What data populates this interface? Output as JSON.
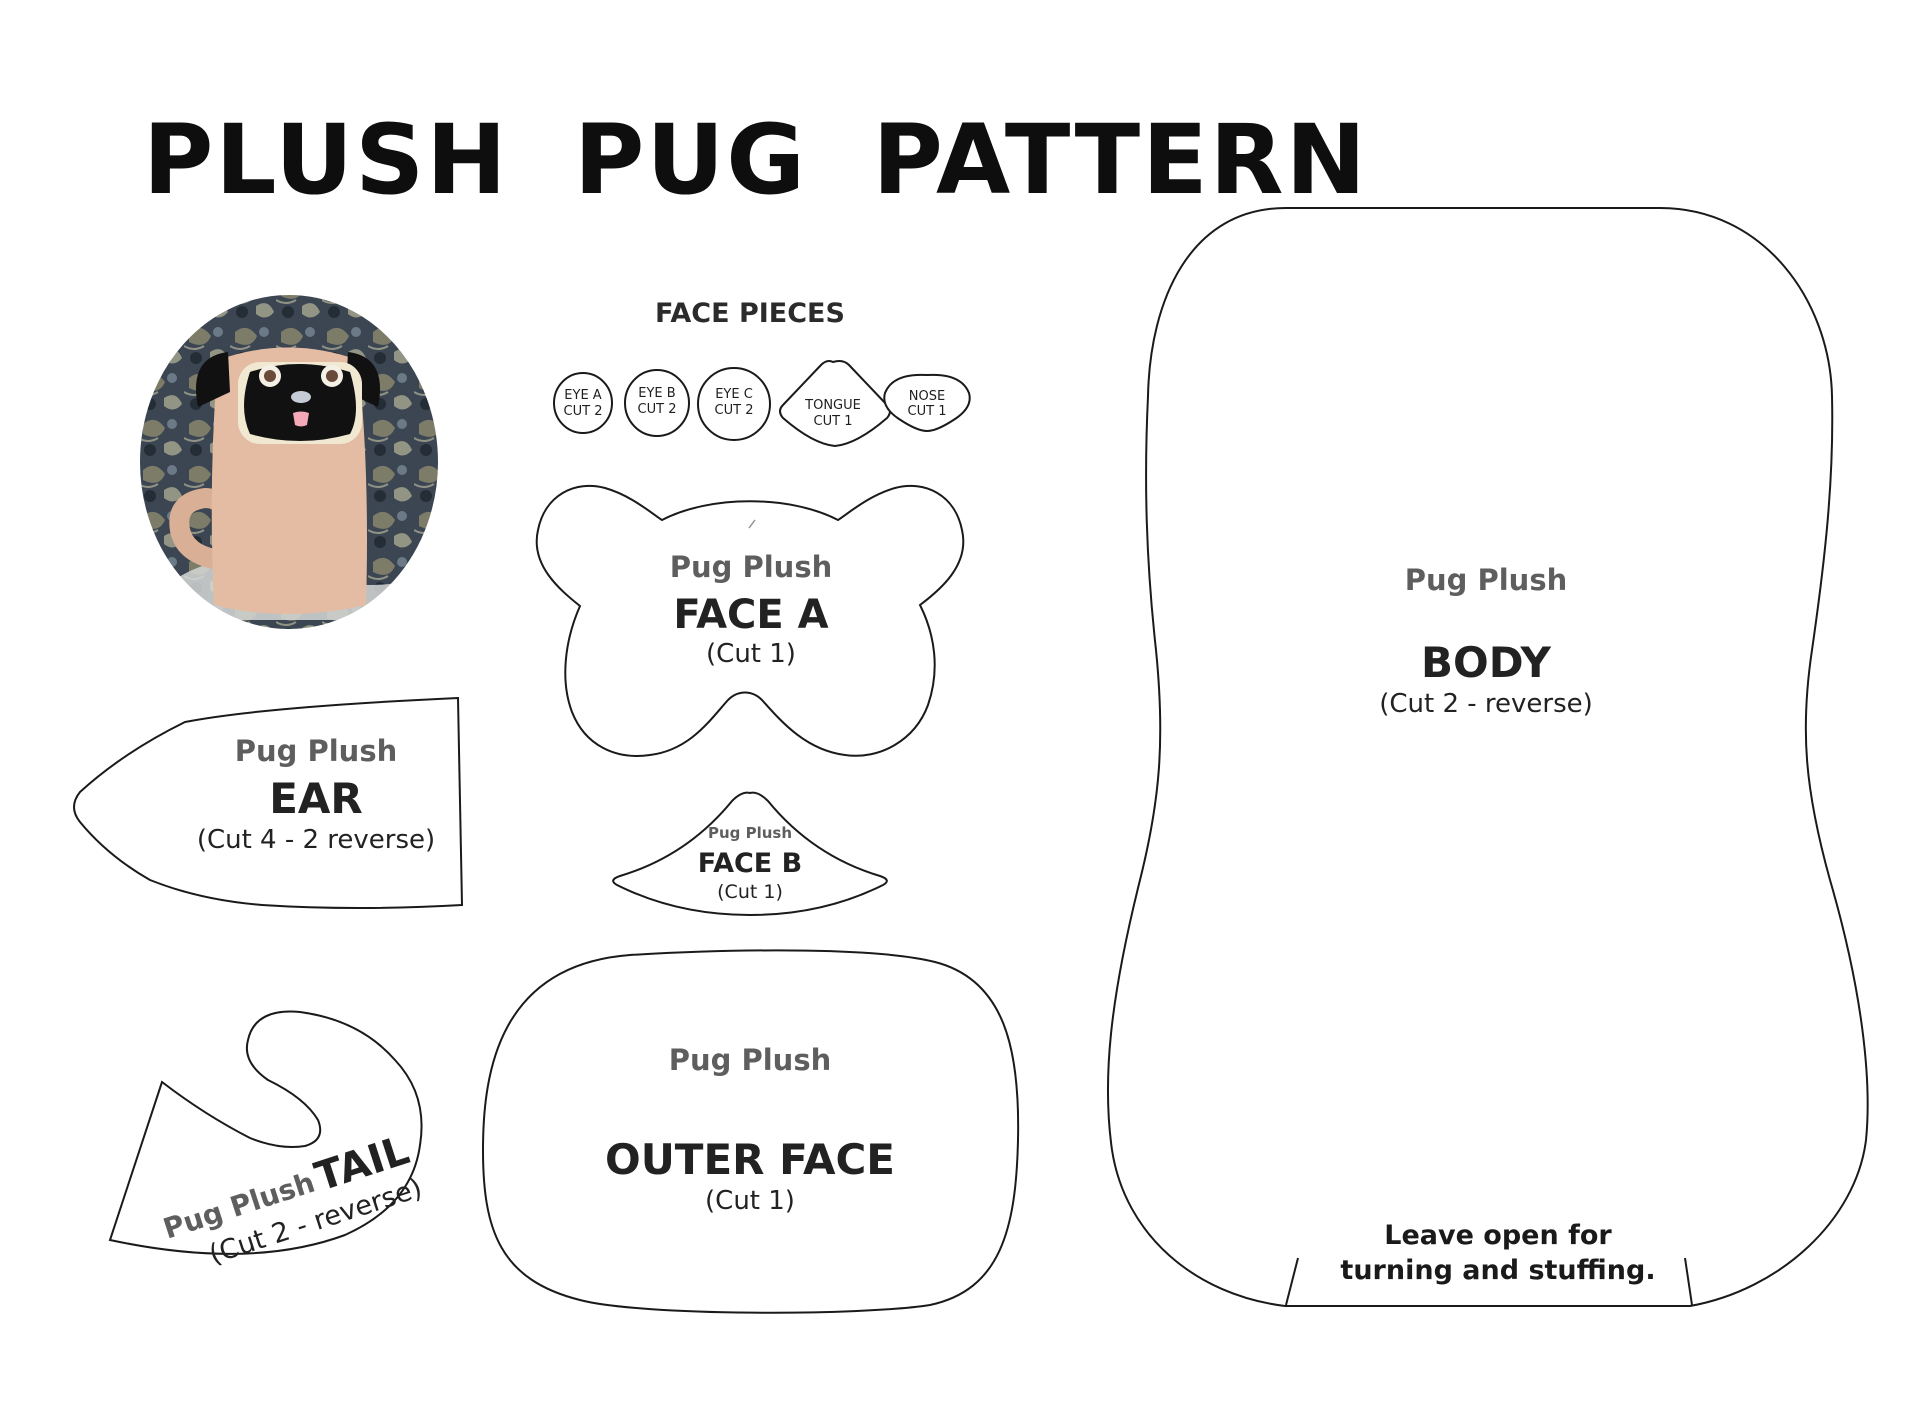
{
  "title": "PLUSH PUG PATTERN",
  "face_pieces": {
    "heading": "FACE PIECES",
    "eye_a": {
      "l1": "EYE A",
      "l2": "CUT 2"
    },
    "eye_b": {
      "l1": "EYE B",
      "l2": "CUT 2"
    },
    "eye_c": {
      "l1": "EYE C",
      "l2": "CUT 2"
    },
    "tongue": {
      "l1": "TONGUE",
      "l2": "CUT 1"
    },
    "nose": {
      "l1": "NOSE",
      "l2": "CUT 1"
    }
  },
  "face_a": {
    "brand": "Pug Plush",
    "name": "FACE A",
    "cut": "(Cut 1)"
  },
  "face_b": {
    "brand": "Pug Plush",
    "name": "FACE B",
    "cut": "(Cut 1)"
  },
  "ear": {
    "brand": "Pug Plush",
    "name": "EAR",
    "cut": "(Cut 4 - 2 reverse)"
  },
  "tail": {
    "brand": "Pug Plush",
    "name": "TAIL",
    "cut": "(Cut 2 - reverse)"
  },
  "outer_face": {
    "brand": "Pug Plush",
    "name": "OUTER FACE",
    "cut": "(Cut 1)"
  },
  "body": {
    "brand": "Pug Plush",
    "name": "BODY",
    "cut": "(Cut 2 - reverse)",
    "note_line1": "Leave open for",
    "note_line2": "turning and stuffing."
  },
  "colors": {
    "outline": "#1a1a1a",
    "brand_text": "#5e5e5e",
    "pug_fleece": "#e3bca3",
    "pug_mask": "#111111",
    "pug_face_band": "#f1e8d2",
    "photo_background": "#3b4652"
  }
}
